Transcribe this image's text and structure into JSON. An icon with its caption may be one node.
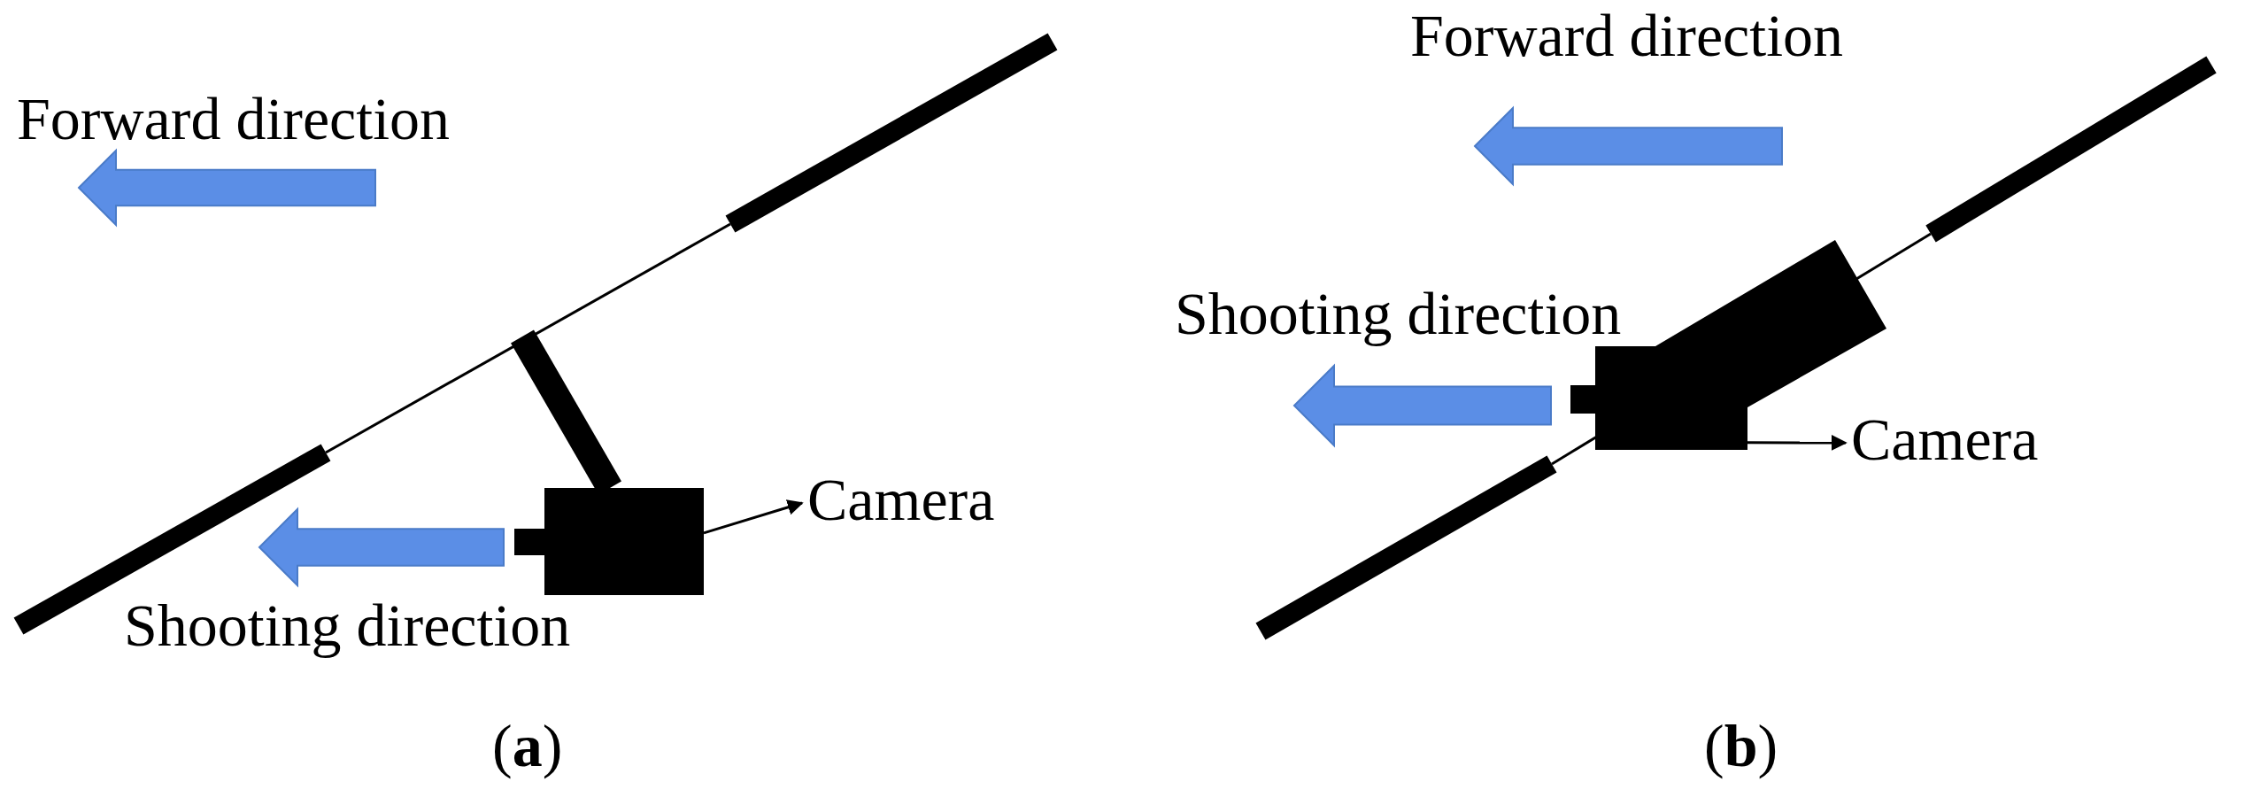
{
  "diagram": {
    "nodes": [
      {
        "text": [],
        "shape": "box"
      },
      {
        "text": [
          "Camera"
        ]
      },
      {
        "text": [],
        "shape": "box"
      },
      {
        "text": [
          "Camera"
        ]
      }
    ],
    "edges": [
      {
        "from": 0,
        "to": 1,
        "arrow": "to"
      },
      {
        "from": 2,
        "to": 3,
        "arrow": "to"
      }
    ],
    "labels": [
      "Forward direction",
      "Shooting direction",
      "(**a**)",
      "Forward direction",
      "Shooting direction",
      "(**b**)"
    ]
  }
}
